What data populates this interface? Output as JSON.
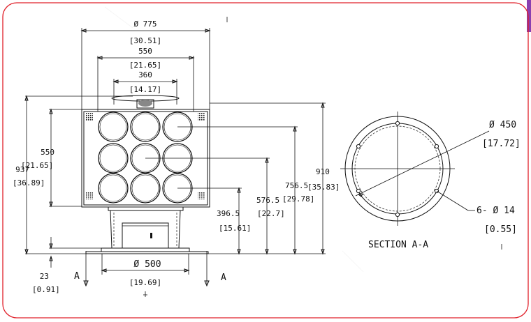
{
  "dimensions": {
    "overall_width": "Ø 775",
    "overall_width_in": "[30.51]",
    "light_width": "550",
    "light_width_in": "[21.65]",
    "base_top": "360",
    "base_top_in": "[14.17]",
    "light_height": "550",
    "light_height_in": "[21.65]",
    "total_height": "937",
    "total_height_in": "[36.89]",
    "top_row": "756.5",
    "top_row_in": "[29.78]",
    "mid_row": "576.5",
    "mid_row_in": "[22.7]",
    "bottom_row": "396.5",
    "bottom_row_in": "[15.61]",
    "height_910": "910",
    "height_910_in": "[35.83]",
    "base_height": "23",
    "base_height_in": "[0.91]",
    "base_diameter": "Ø 500",
    "base_diameter_in": "[19.69]"
  },
  "section": {
    "marker_left": "A",
    "marker_right": "A",
    "title": "SECTION A-A",
    "bolt_circle": "Ø 450",
    "bolt_circle_in": "[17.72]",
    "holes": "6-   Ø 14",
    "holes_in": "[0.55]"
  },
  "colors": {
    "frame": "#e0202a",
    "accent_tab": "#8a3fb0",
    "line": "#111111"
  }
}
